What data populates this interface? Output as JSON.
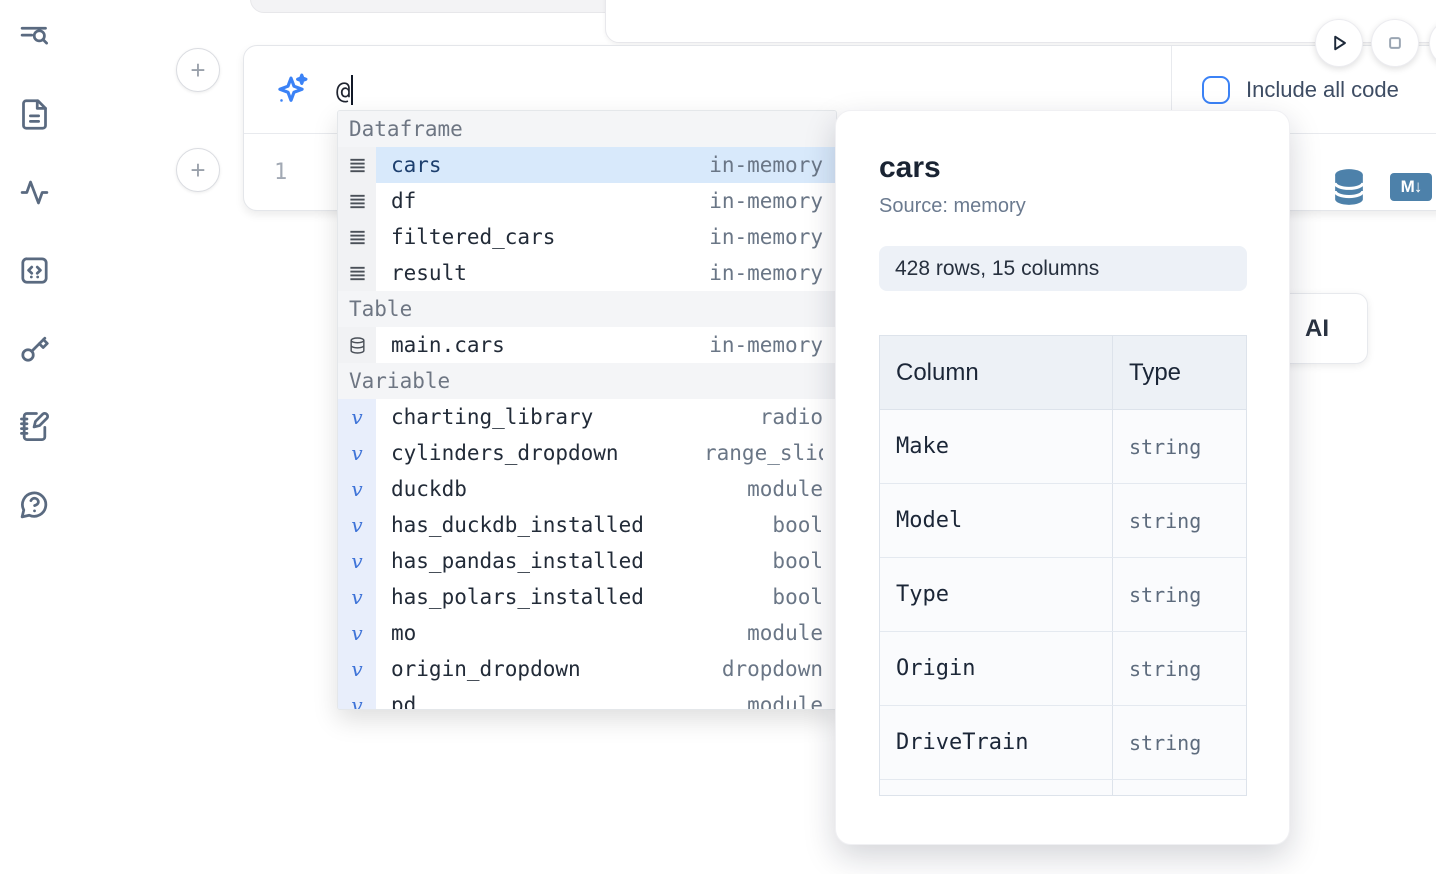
{
  "colors": {
    "accent": "#3b82f6",
    "steel_blue": "#4d81aa",
    "selected_row_bg": "#d8e9fb",
    "selected_row_text": "#1d3f6e",
    "sidebar_icon": "#5a6a80"
  },
  "sidebar": {
    "items": [
      {
        "icon": "search-list-icon"
      },
      {
        "icon": "file-text-icon"
      },
      {
        "icon": "activity-icon"
      },
      {
        "icon": "code-square-icon"
      },
      {
        "icon": "key-icon"
      },
      {
        "icon": "notebook-pen-icon"
      },
      {
        "icon": "help-circle-icon"
      }
    ]
  },
  "run_controls": {
    "buttons": [
      {
        "icon": "play-icon"
      },
      {
        "icon": "stop-icon"
      },
      {
        "icon": "extra-icon"
      }
    ]
  },
  "prompt_cell": {
    "value": "@",
    "ai_icon": "sparkles-icon",
    "include_all_code": {
      "label": "Include all code",
      "checked": false
    }
  },
  "code_cell": {
    "line_number": "1",
    "markdown_badge": "M↓",
    "icons": [
      "database-icon",
      "markdown-export-icon"
    ]
  },
  "ai_button": {
    "visible_label": "AI"
  },
  "autocomplete": {
    "sections": [
      {
        "label": "Dataframe",
        "items": [
          {
            "name": "cars",
            "type": "in-memory",
            "icon": "dataframe-icon",
            "selected": true
          },
          {
            "name": "df",
            "type": "in-memory",
            "icon": "dataframe-icon"
          },
          {
            "name": "filtered_cars",
            "type": "in-memory",
            "icon": "dataframe-icon"
          },
          {
            "name": "result",
            "type": "in-memory",
            "icon": "dataframe-icon"
          }
        ]
      },
      {
        "label": "Table",
        "items": [
          {
            "name": "main.cars",
            "type": "in-memory",
            "icon": "database-icon"
          }
        ]
      },
      {
        "label": "Variable",
        "items": [
          {
            "name": "charting_library",
            "type": "radio",
            "icon": "variable-icon"
          },
          {
            "name": "cylinders_dropdown",
            "type": "range_slider",
            "icon": "variable-icon",
            "clip": true
          },
          {
            "name": "duckdb",
            "type": "module",
            "icon": "variable-icon"
          },
          {
            "name": "has_duckdb_installed",
            "type": "bool",
            "icon": "variable-icon"
          },
          {
            "name": "has_pandas_installed",
            "type": "bool",
            "icon": "variable-icon"
          },
          {
            "name": "has_polars_installed",
            "type": "bool",
            "icon": "variable-icon"
          },
          {
            "name": "mo",
            "type": "module",
            "icon": "variable-icon"
          },
          {
            "name": "origin_dropdown",
            "type": "dropdown",
            "icon": "variable-icon"
          },
          {
            "name": "pd",
            "type": "module",
            "icon": "variable-icon",
            "partial": true
          }
        ]
      }
    ]
  },
  "preview_panel": {
    "title": "cars",
    "source": "Source: memory",
    "shape": "428 rows, 15 columns",
    "table": {
      "headers": [
        "Column",
        "Type"
      ],
      "rows": [
        {
          "name": "Make",
          "type": "string"
        },
        {
          "name": "Model",
          "type": "string"
        },
        {
          "name": "Type",
          "type": "string"
        },
        {
          "name": "Origin",
          "type": "string"
        },
        {
          "name": "DriveTrain",
          "type": "string"
        },
        {
          "name": "",
          "type": "",
          "partial": true
        }
      ]
    }
  }
}
